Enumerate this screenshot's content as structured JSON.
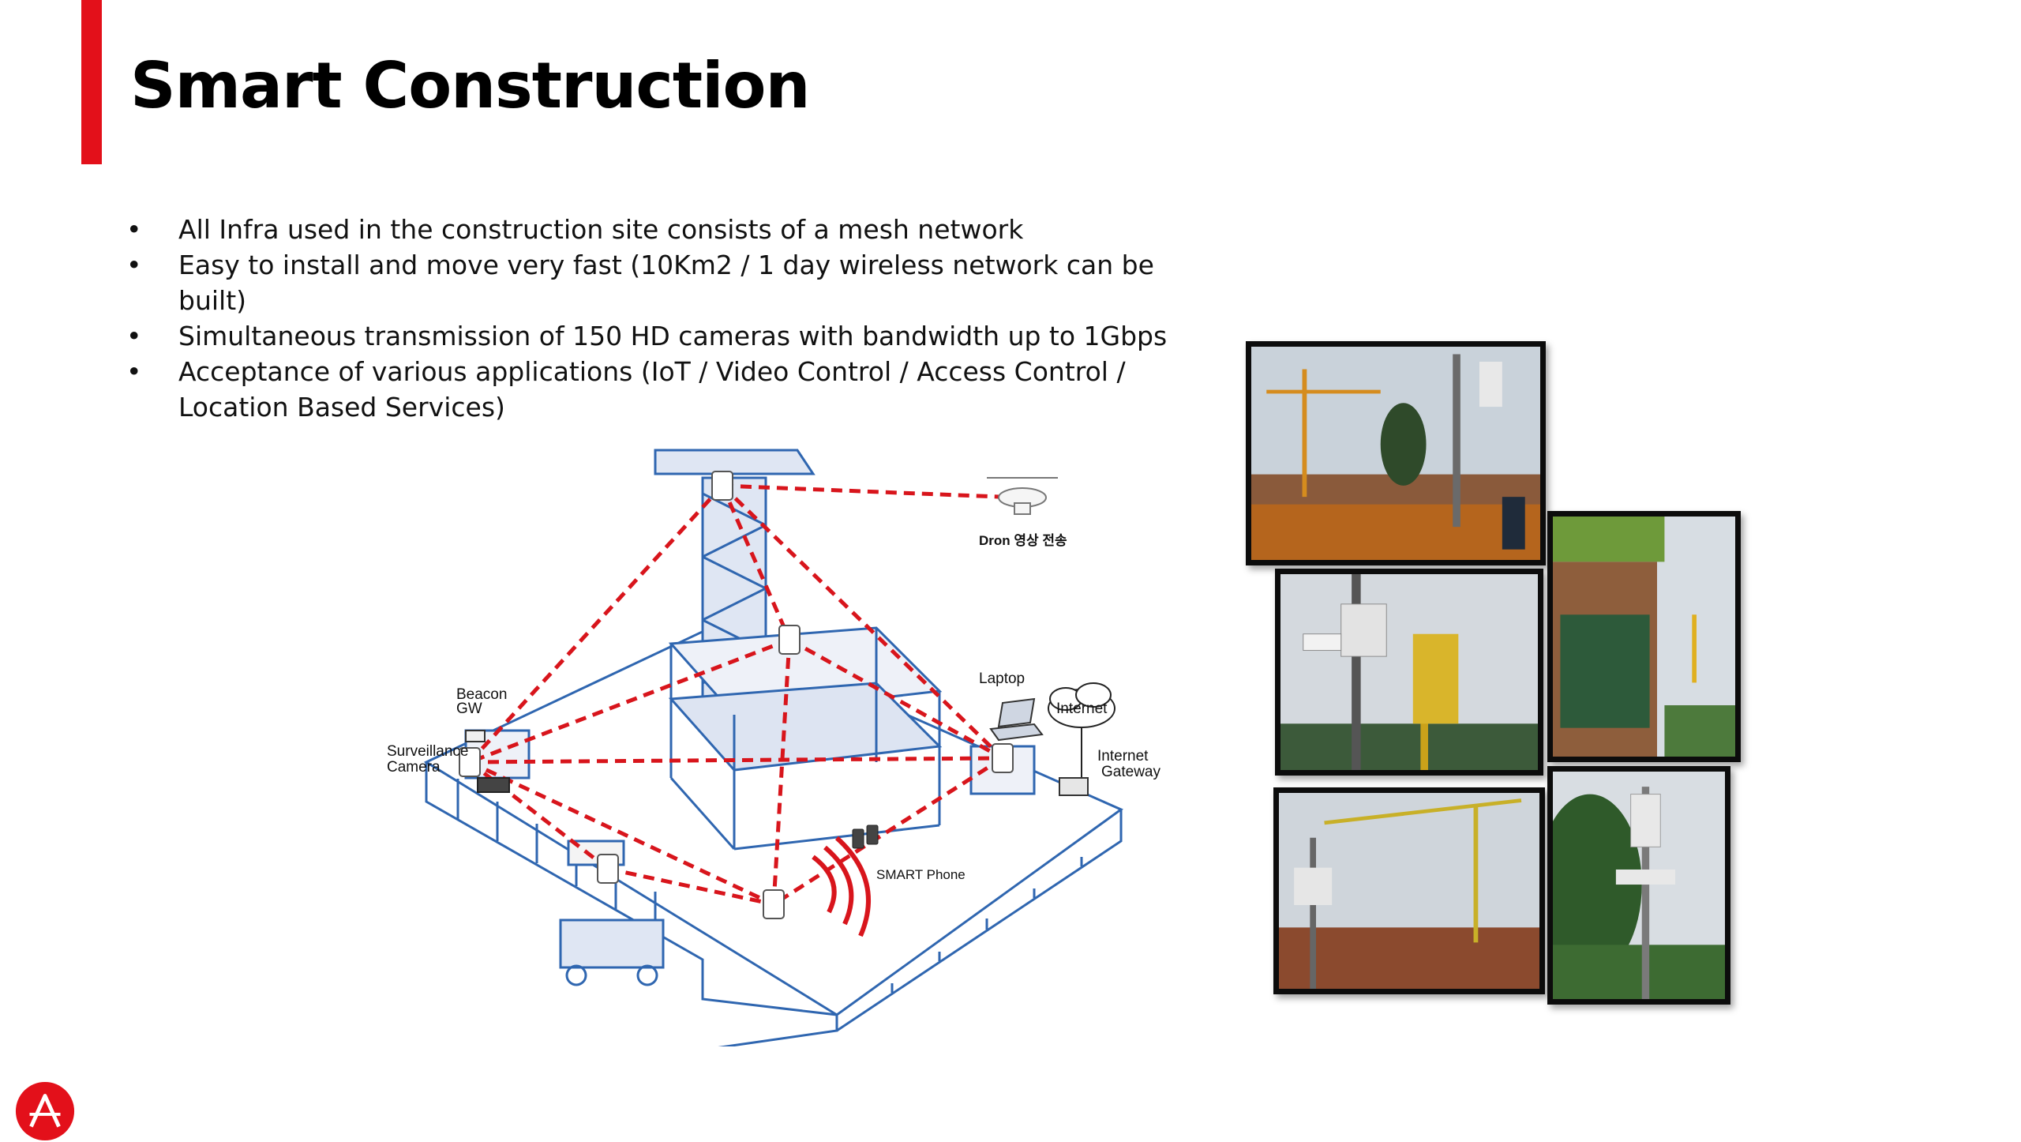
{
  "slide": {
    "title": "Smart Construction",
    "accent_color": "#e3101a"
  },
  "bullets": [
    "All Infra used in the construction site consists of a mesh network",
    "Easy to install and move very fast (10Km2 / 1 day wireless network can be built)",
    "Simultaneous transmission of 150 HD cameras with bandwidth up to 1Gbps",
    "Acceptance of various applications (IoT / Video Control / Access Control / Location Based Services)"
  ],
  "diagram": {
    "labels": {
      "drone": "Dron 영상 전송",
      "laptop": "Laptop",
      "internet": "Internet",
      "beacon": "Beacon",
      "beacon_gw": "GW",
      "surveillance": "Surveillance",
      "camera": "Camera",
      "internet_gw_1": "Internet",
      "internet_gw_2": "Gateway",
      "smart_phone": "SMART Phone"
    },
    "link_color": "#d8151c",
    "structure_color": "#2f66b0"
  },
  "photos": {
    "icons": [
      "crane-site-photo",
      "antenna-pole-photo",
      "building-facade-photo",
      "crane-field-photo",
      "tree-pole-photo"
    ]
  },
  "logo": {
    "icon": "company-logo-icon",
    "color": "#e3101a"
  }
}
